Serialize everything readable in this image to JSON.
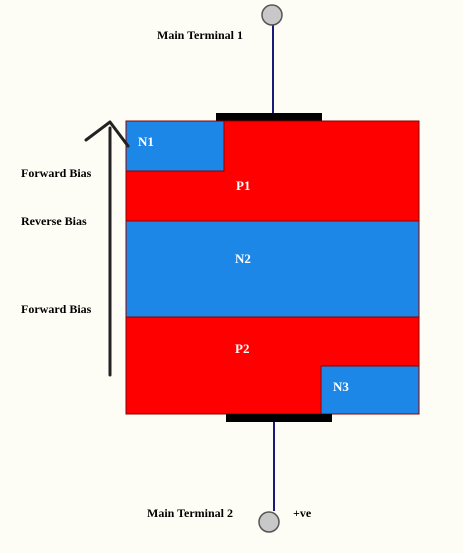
{
  "terminals": {
    "top_label": "Main Terminal 1",
    "bottom_label": "Main Terminal 2",
    "bottom_polarity": "+ve"
  },
  "layers": {
    "n1": "N1",
    "p1": "P1",
    "n2": "N2",
    "p2": "P2",
    "n3": "N3"
  },
  "bias": {
    "top": "Forward Bias",
    "middle": "Reverse Bias",
    "bottom": "Forward Bias"
  },
  "colors": {
    "p_region": "#ff0000",
    "n_region": "#1c87e6",
    "contact": "#000000",
    "lead": "#1a1a7a",
    "terminal_fill": "#c8c8c8",
    "background": "#fdfcf5"
  }
}
